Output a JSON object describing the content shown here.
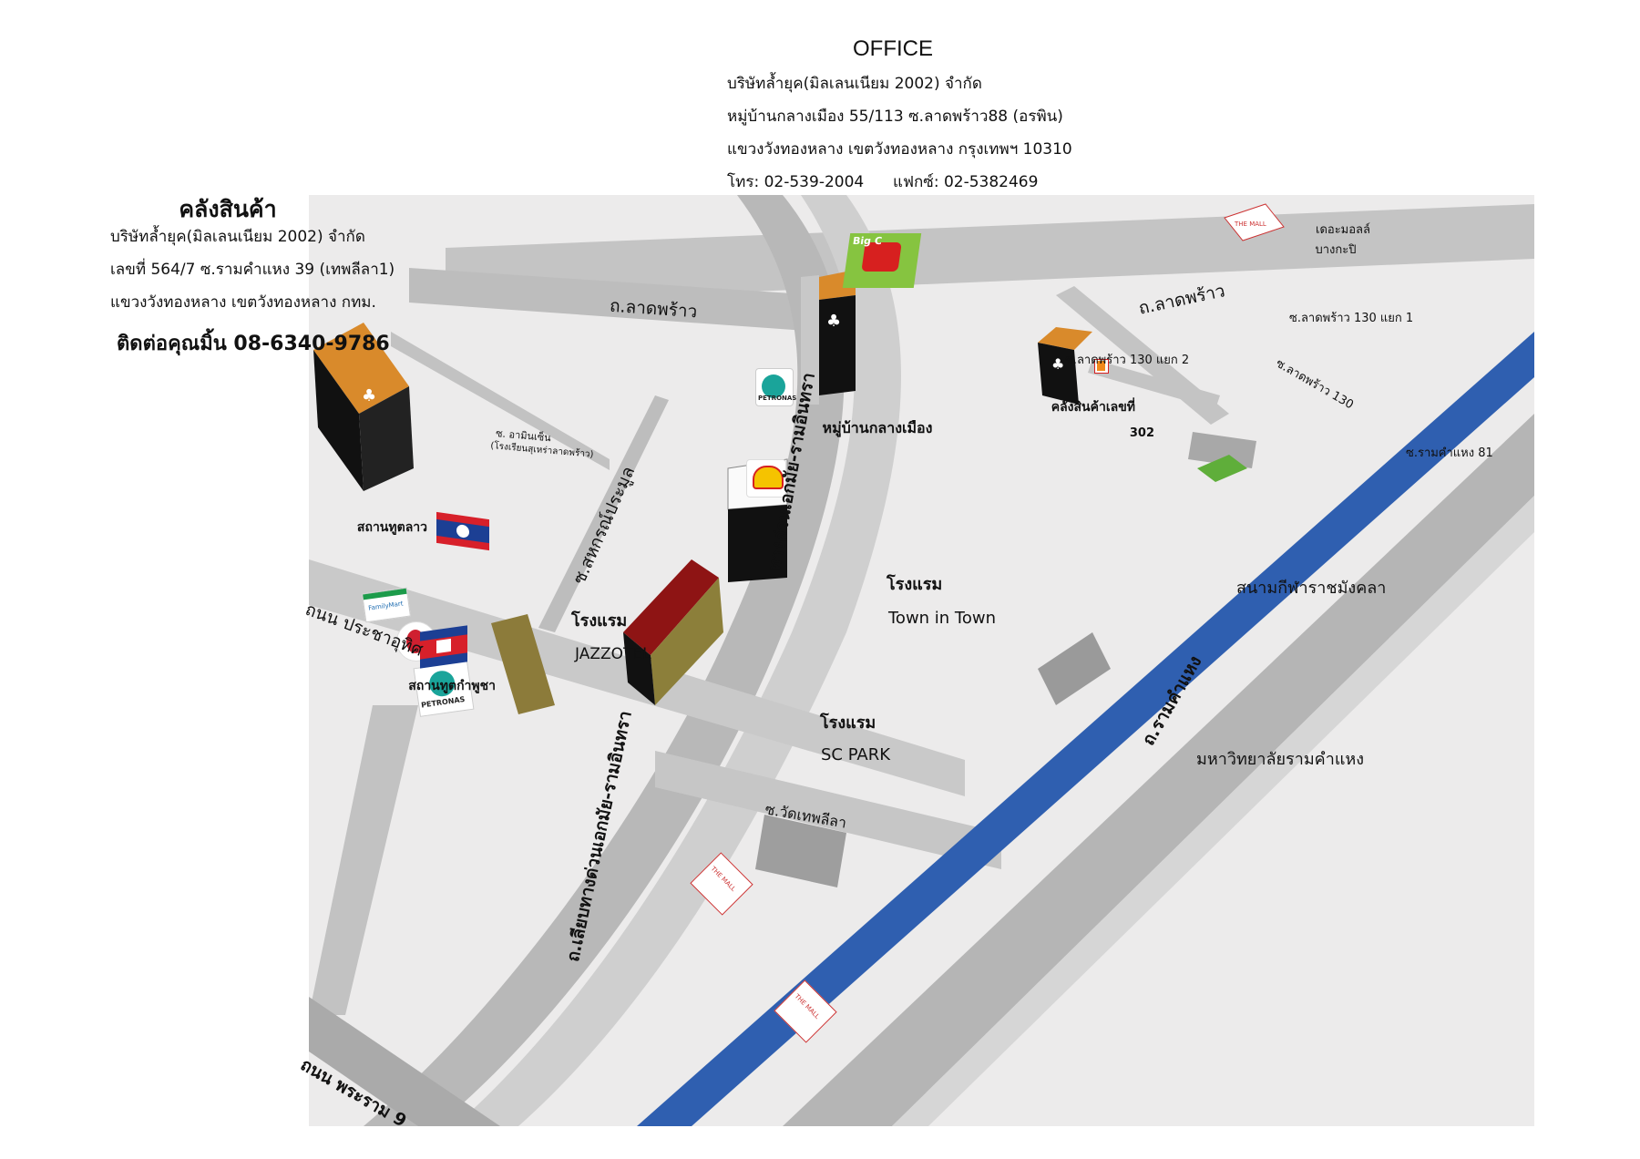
{
  "office": {
    "title": "OFFICE",
    "company": "บริษัทล้ำยุค(มิลเลนเนียม 2002) จำกัด",
    "address1": "หมู่บ้านกลางเมือง 55/113 ซ.ลาดพร้าว88 (อรพิน)",
    "address2": "แขวงวังทองหลาง เขตวังทองหลาง กรุงเทพฯ 10310",
    "phone": "โทร: 02-539-2004",
    "fax": "แฟกซ์: 02-5382469"
  },
  "warehouse": {
    "title": "คลังสินค้า",
    "company": "บริษัทล้ำยุค(มิลเลนเนียม 2002) จำกัด",
    "address1": "เลขที่ 564/7 ซ.รามคำแหง 39 (เทพลีลา1)",
    "address2": "แขวงวังทองหลาง เขตวังทองหลาง กทม.",
    "contact": "ติดต่อคุณมิ้น 08-6340-9786"
  },
  "map": {
    "roads": {
      "ladprao_left": "ถ.ลาดพร้าว",
      "ladprao_right": "ถ.ลาดพร้าว",
      "expressway_upper": "ทางด่วนเอกมัย-รามอินทรา",
      "expressway_lower": "ถ.เลียบทางด่วนเอกมัย-รามอินทรา",
      "prachauthit": "ถนน ประชาอุทิศ",
      "sahakorn": "ซ.สหกรณ์ประมูล",
      "ramkhamhaeng": "ถ.รามคำแหง",
      "rama9": "ถนน พระราม 9",
      "wat_thepleela": "ซ.วัดเทพลีลา",
      "ladprao130": "ซ.ลาดพร้าว 130",
      "ladprao130_1": "ซ.ลาดพร้าว 130 แยก 1",
      "ladprao130_2": "ซ.ลาดพร้าว 130 แยก 2",
      "ramkhamhaeng81": "ซ.รามคำแหง 81"
    },
    "places": {
      "aminsen": "ซ. อามินเซ็น",
      "aminsen_school": "(โรงเรียนสุเหร่าลาดพร้าว)",
      "lao_embassy": "สถานทูตลาว",
      "cambodia_embassy": "สถานทูตกำพูชา",
      "jazzotel_hotel": "โรงแรม",
      "jazzotel_name": "JAZZOTEL",
      "townintown_hotel": "โรงแรม",
      "townintown_name": "Town in Town",
      "scpark_hotel": "โรงแรม",
      "scpark_name": "SC PARK",
      "village": "หมู่บ้านกลางเมือง",
      "warehouse302_a": "คลังสินค้าเลขที่",
      "warehouse302_b": "302",
      "mall_bangkapi_a": "เดอะมอลล์",
      "mall_bangkapi_b": "บางกะปิ",
      "stadium": "สนามกีฬาราชมังคลา",
      "university": "มหาวิทยาลัยรามคำแหง"
    },
    "logos": {
      "big_c": "Big C",
      "petronas": "PETRONAS",
      "petronas_small": "PETRONAS",
      "the_mall": "THE MALL",
      "family_mart": "FamilyMart"
    },
    "icons": [
      "playboy-logo-icon",
      "big-c-logo-icon",
      "petronas-logo-icon",
      "shell-logo-icon",
      "ptt-logo-icon",
      "seven-eleven-icon",
      "family-mart-icon",
      "lao-flag-icon",
      "cambodia-flag-icon",
      "the-mall-logo-icon"
    ],
    "colors": {
      "ground": "#ecebeb",
      "road": "#bdbdbd",
      "road_light": "#d4d4d4",
      "canal": "#2f5fb0",
      "building_roof": "#d98a2b",
      "building_dark": "#111111",
      "scpark_red": "#8e1414",
      "stadium_green": "#5fae3a",
      "university_grey": "#9a9a9a"
    }
  }
}
